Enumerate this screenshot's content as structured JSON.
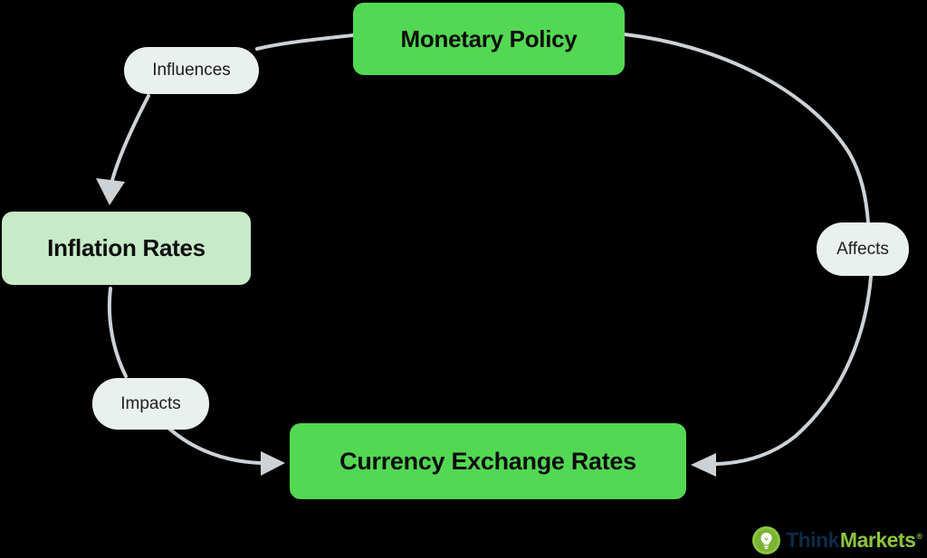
{
  "diagram": {
    "nodes": [
      {
        "id": "monetary-policy",
        "label": "Monetary Policy",
        "style": "solid-green"
      },
      {
        "id": "inflation-rates",
        "label": "Inflation Rates",
        "style": "light-green"
      },
      {
        "id": "currency-exchange-rates",
        "label": "Currency Exchange Rates",
        "style": "solid-green"
      }
    ],
    "edges": [
      {
        "from": "monetary-policy",
        "to": "inflation-rates",
        "label": "Influences"
      },
      {
        "from": "inflation-rates",
        "to": "currency-exchange-rates",
        "label": "Impacts"
      },
      {
        "from": "monetary-policy",
        "to": "currency-exchange-rates",
        "label": "Affects"
      }
    ]
  },
  "logo": {
    "icon": "lightbulb-icon",
    "brand_prefix": "Think",
    "brand_suffix": "Markets",
    "trademark": "®"
  },
  "colors": {
    "background": "#000000",
    "node-green": "#53d853",
    "node-light-green": "#c7eac7",
    "pill-bg": "#e9f0ed",
    "edge-gray": "#cdd2d7",
    "node-text": "#0d0d0d",
    "pill-text": "#1c1f1e",
    "logo-green": "#8dc63f",
    "logo-dark": "#0e2a47"
  }
}
